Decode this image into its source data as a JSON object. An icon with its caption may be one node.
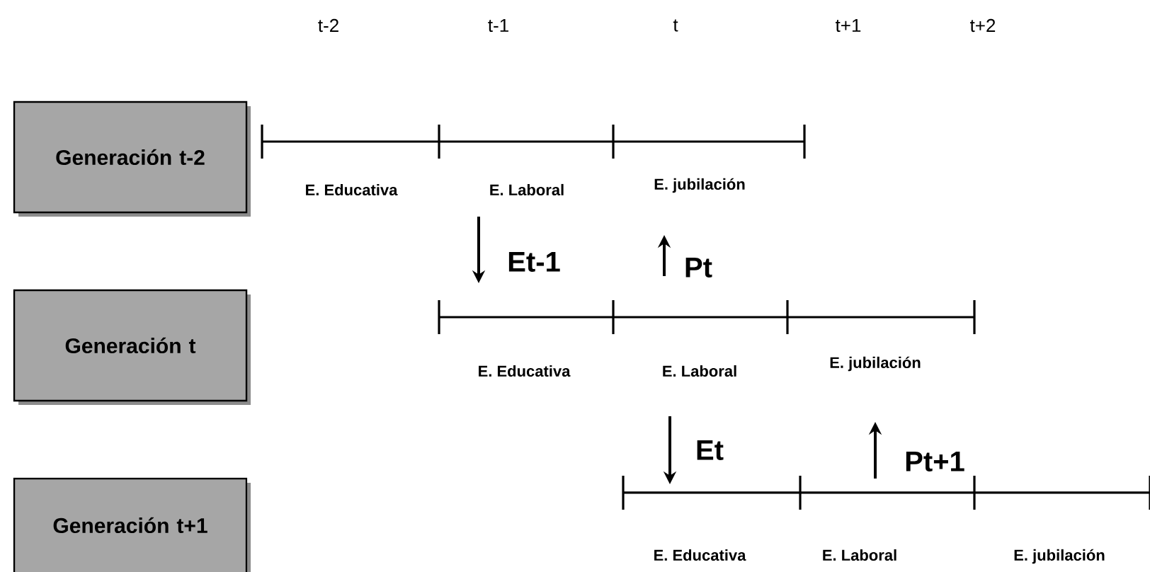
{
  "diagram": {
    "nodes": [
      {
        "text": [
          "Generación t-2"
        ]
      },
      {
        "text": [
          "Generación t"
        ]
      },
      {
        "text": [
          "Generación t+1"
        ]
      }
    ],
    "labels": [
      "t-2",
      "t-1",
      "t",
      "t+1",
      "t+2",
      "E. Educativa",
      "E. Laboral",
      "E. jubilación",
      "Et-1",
      "Pt",
      "E. Educativa",
      "E. Laboral",
      "E. jubilación",
      "Et",
      "Pt+1",
      "E. Educativa",
      "E. Laboral",
      "E. jubilación"
    ]
  }
}
